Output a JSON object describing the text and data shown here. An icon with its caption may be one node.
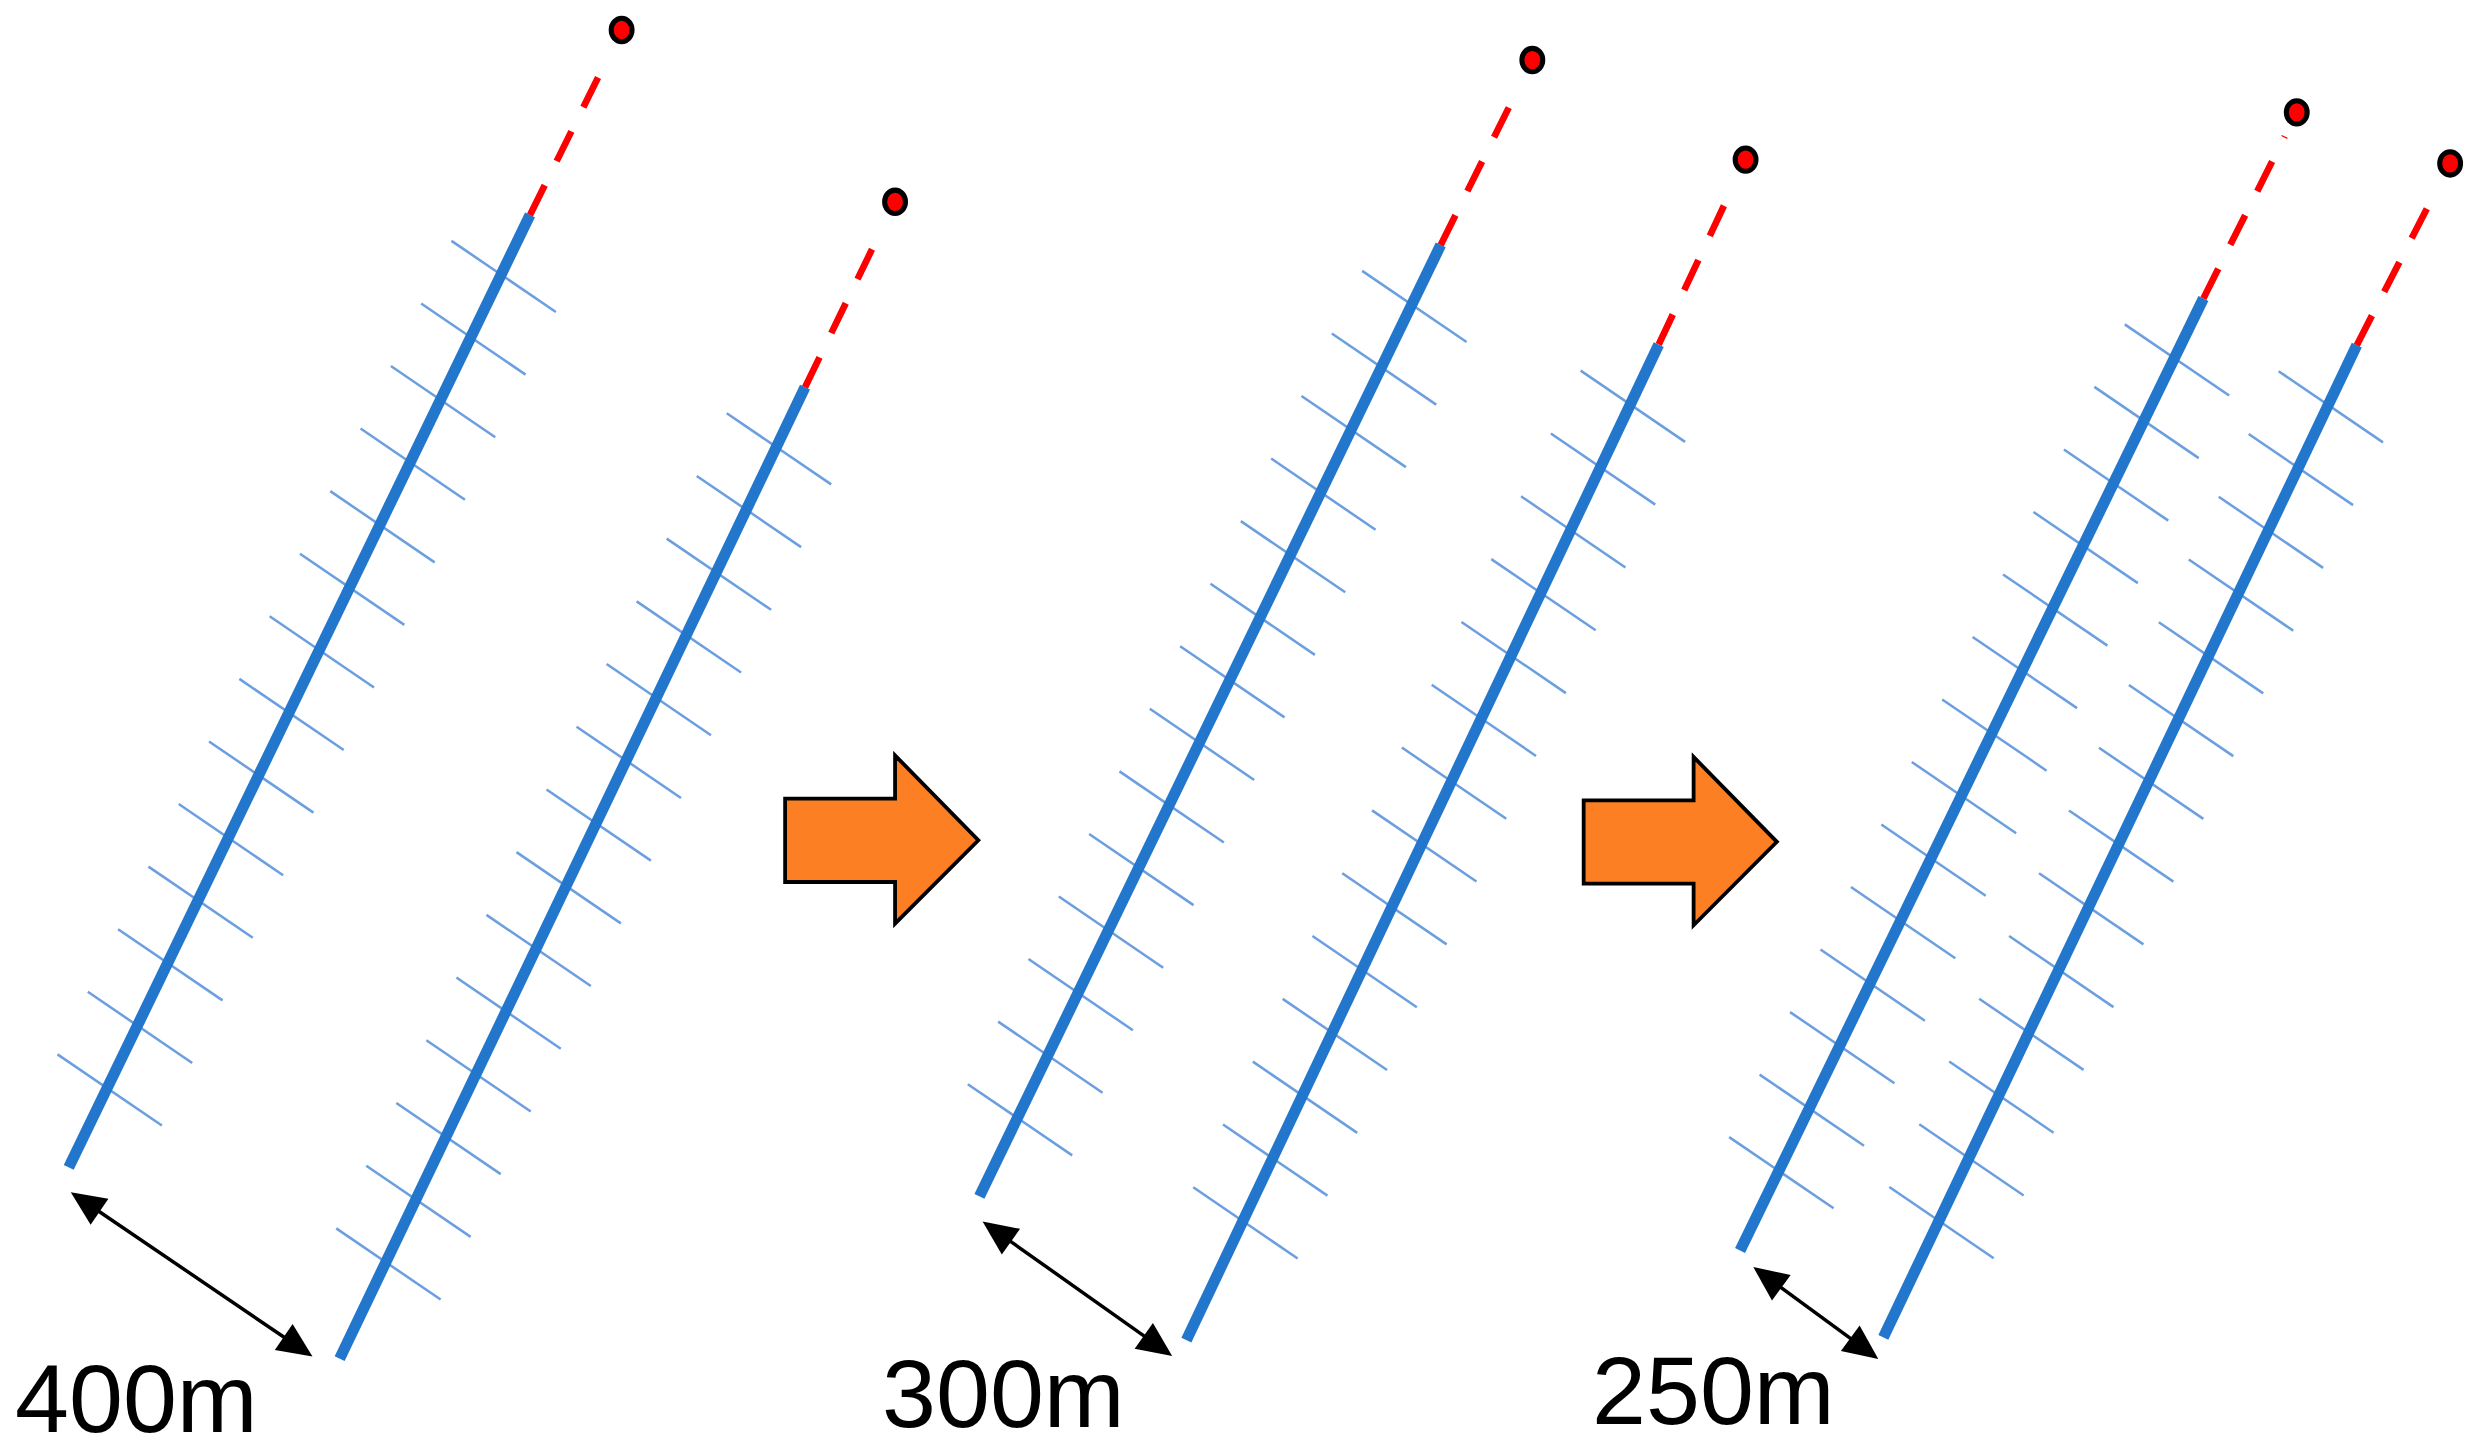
{
  "diagram": {
    "labels": [
      "400m",
      "300m",
      "250m"
    ]
  }
}
